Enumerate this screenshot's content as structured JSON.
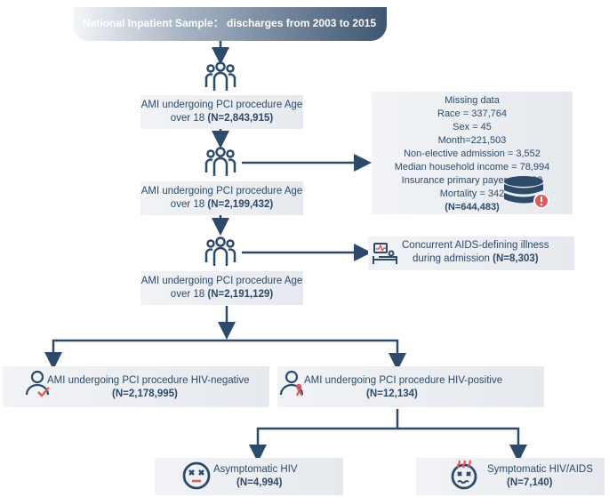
{
  "title": "National Inpatient Sample： discharges from 2003 to 2015",
  "step1": {
    "line1": "AMI undergoing PCI procedure Age",
    "line2_prefix": "over 18 ",
    "count": "(N=2,843,915)"
  },
  "step2": {
    "line1": "AMI undergoing PCI procedure Age",
    "line2_prefix": "over 18 ",
    "count": "(N=2,199,432)"
  },
  "step3": {
    "line1": "AMI undergoing PCI procedure Age",
    "line2_prefix": "over 18 ",
    "count": "(N=2,191,129)"
  },
  "missing": {
    "header": "Missing data",
    "lines": [
      "Race = 337,764",
      "Sex = 45",
      "Month=221,503",
      "Non-elective admission = 3,552",
      "Median household income = 78,994",
      "Insurance primary payer = 2,283",
      "Mortality = 342"
    ],
    "total": "(N=644,483)"
  },
  "aids_exclusion": {
    "line1": "Concurrent AIDS-defining illness",
    "line2_prefix": "during admission ",
    "count": "(N=8,303)"
  },
  "hiv_negative": {
    "label": "AMI undergoing PCI procedure HIV-negative",
    "count": "(N=2,178,995)"
  },
  "hiv_positive": {
    "label": "AMI undergoing PCI procedure HIV-positive",
    "count": "(N=12,134)"
  },
  "asymptomatic": {
    "label": "Asymptomatic HIV",
    "count": "(N=4,994)"
  },
  "symptomatic": {
    "label": "Symptomatic HIV/AIDS",
    "count": "(N=7,140)"
  },
  "colors": {
    "arrow": "#2d4a6b",
    "accent_red": "#e05a5a",
    "box": "#eceff3"
  }
}
